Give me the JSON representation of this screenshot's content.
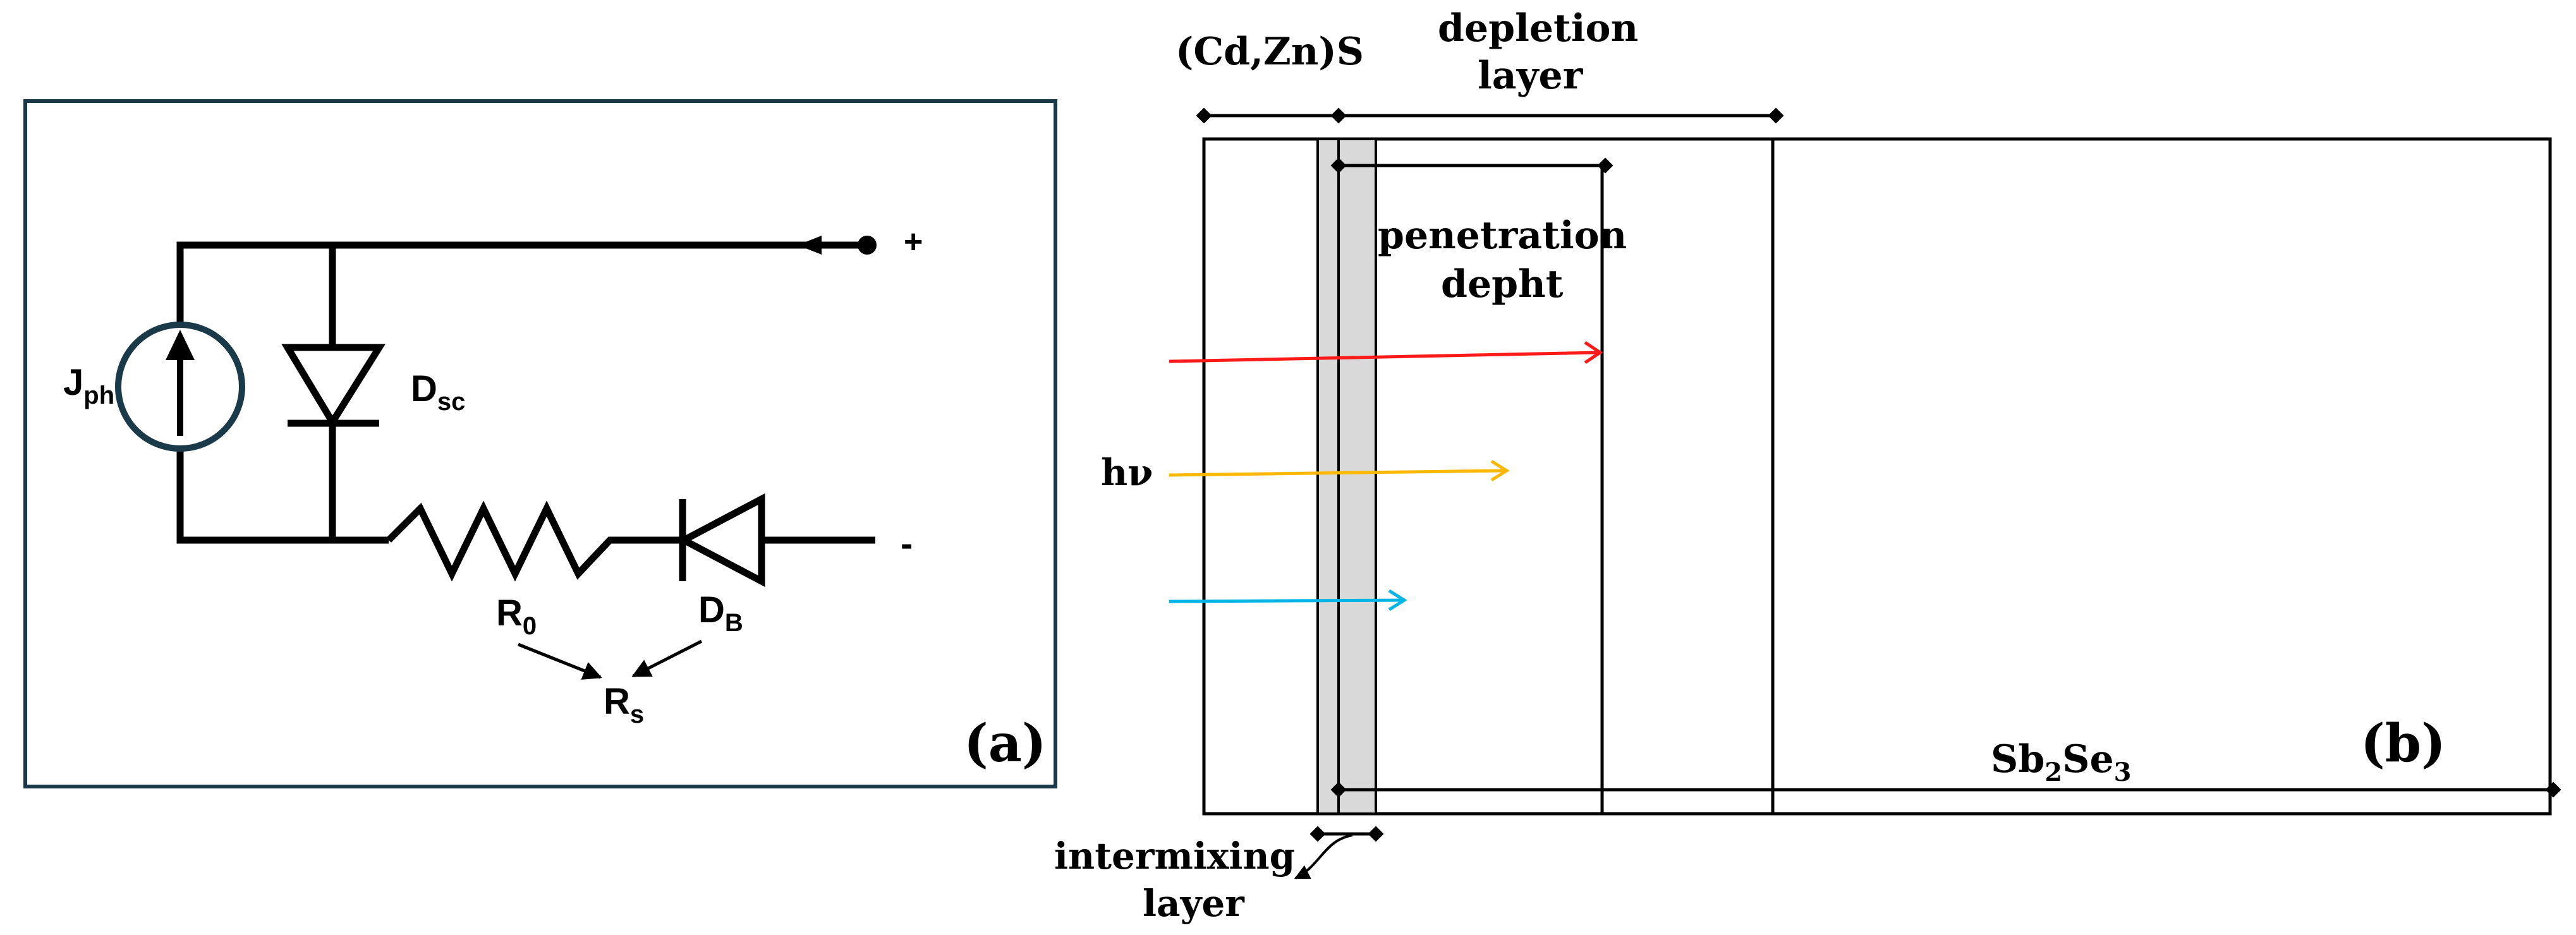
{
  "panel_a": {
    "tag": "(a)",
    "source_label": "J",
    "source_sub": "ph",
    "diode_sc_label": "D",
    "diode_sc_sub": "sc",
    "resistor_label": "R",
    "resistor_sub": "0",
    "diode_b_label": "D",
    "diode_b_sub": "B",
    "series_label": "R",
    "series_sub": "s",
    "plus_terminal": "+",
    "minus_terminal": "-"
  },
  "panel_b": {
    "tag": "(b)",
    "window_label": "(Cd,Zn)S",
    "depletion_line1": "depletion",
    "depletion_line2": "layer",
    "penetration_line1": "penetration",
    "penetration_line2": "depht",
    "light_label": "hν",
    "absorber_part1": "Sb",
    "absorber_sub1": "2",
    "absorber_part2": "Se",
    "absorber_sub2": "3",
    "intermix_line1": "intermixing",
    "intermix_line2": "layer",
    "colors": {
      "red_ray": "#ff1a1a",
      "yellow_ray": "#ffb800",
      "blue_ray": "#00b4e6",
      "intermix_fill": "#d9d9d9",
      "frame": "#1a3a4a"
    }
  }
}
